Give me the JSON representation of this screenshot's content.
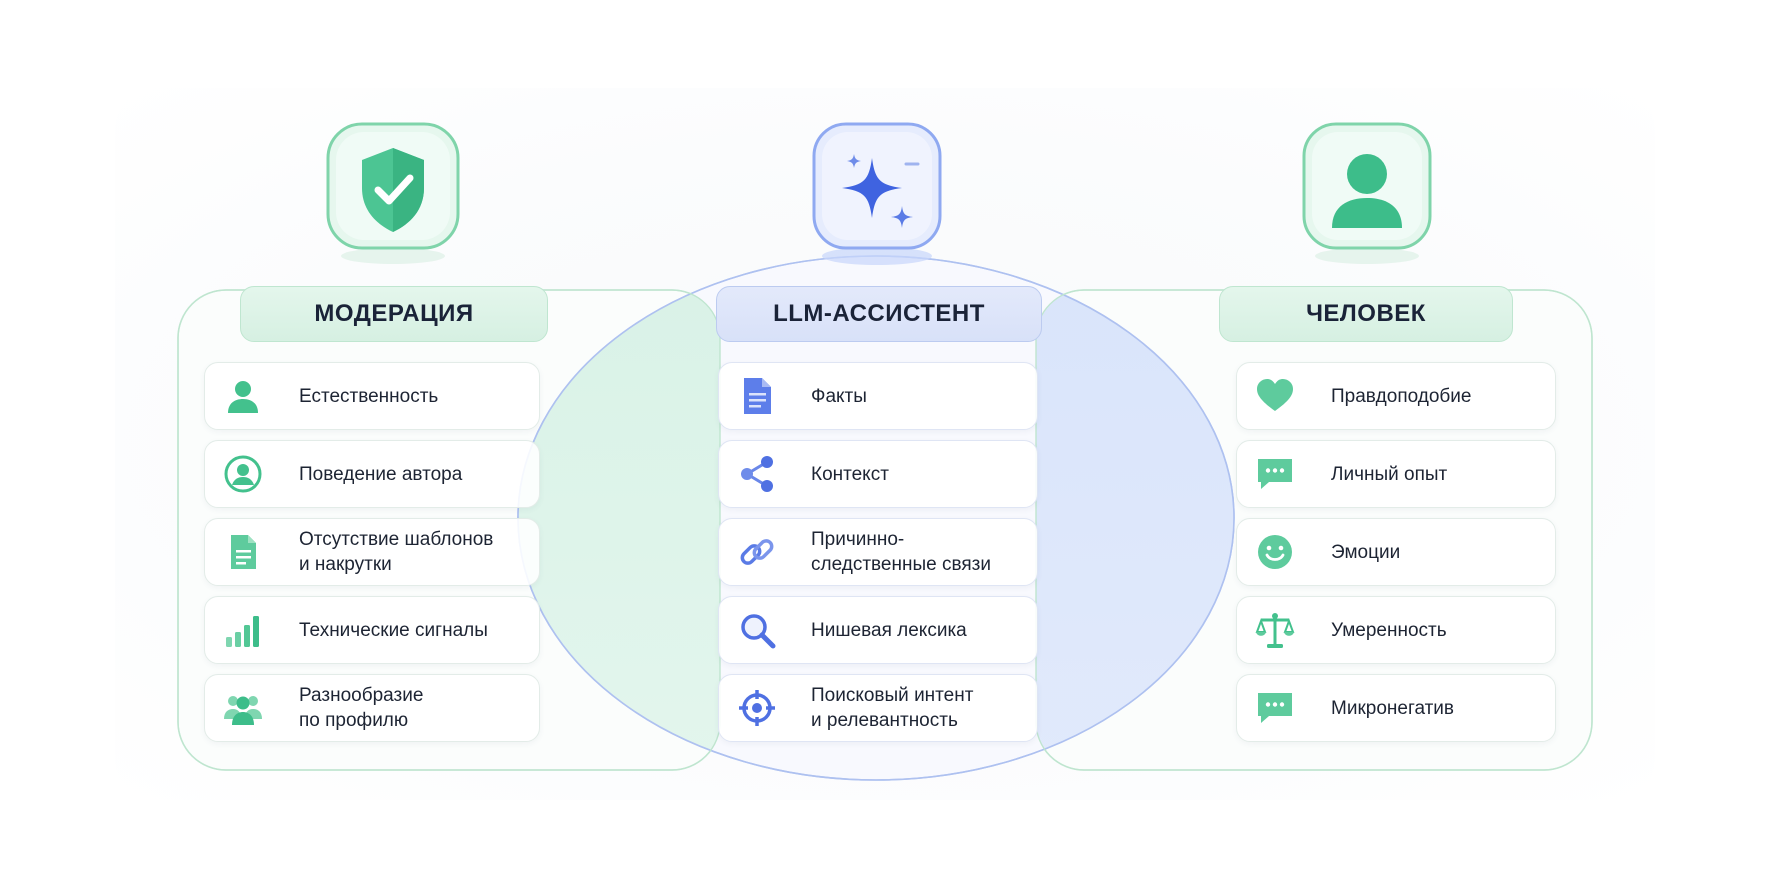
{
  "columns": [
    {
      "title": "МОДЕРАЦИЯ",
      "icon": "shield-check-icon",
      "accent": "#2fb982",
      "items": [
        {
          "label": "Естественность",
          "icon": "person-icon"
        },
        {
          "label": "Поведение автора",
          "icon": "user-circle-icon"
        },
        {
          "label": "Отсутствие шаблонов\nи накрутки",
          "icon": "document-icon"
        },
        {
          "label": "Технические сигналы",
          "icon": "signal-bars-icon"
        },
        {
          "label": "Разнообразие\nпо профилю",
          "icon": "group-icon"
        }
      ]
    },
    {
      "title": "LLM-АССИСТЕНТ",
      "icon": "sparkle-icon",
      "accent": "#4a6fe3",
      "items": [
        {
          "label": "Факты",
          "icon": "document-icon"
        },
        {
          "label": "Контекст",
          "icon": "share-nodes-icon"
        },
        {
          "label": "Причинно-\nследственные связи",
          "icon": "link-chain-icon"
        },
        {
          "label": "Нишевая лексика",
          "icon": "magnifier-icon"
        },
        {
          "label": "Поисковый интент\nи релевантность",
          "icon": "target-icon"
        }
      ]
    },
    {
      "title": "ЧЕЛОВЕК",
      "icon": "person-icon",
      "accent": "#2fb982",
      "items": [
        {
          "label": "Правдоподобие",
          "icon": "heart-icon"
        },
        {
          "label": "Личный опыт",
          "icon": "chat-bubble-icon"
        },
        {
          "label": "Эмоции",
          "icon": "smiley-icon"
        },
        {
          "label": "Умеренность",
          "icon": "scales-icon"
        },
        {
          "label": "Микронегатив",
          "icon": "chat-bubble-icon"
        }
      ]
    }
  ]
}
